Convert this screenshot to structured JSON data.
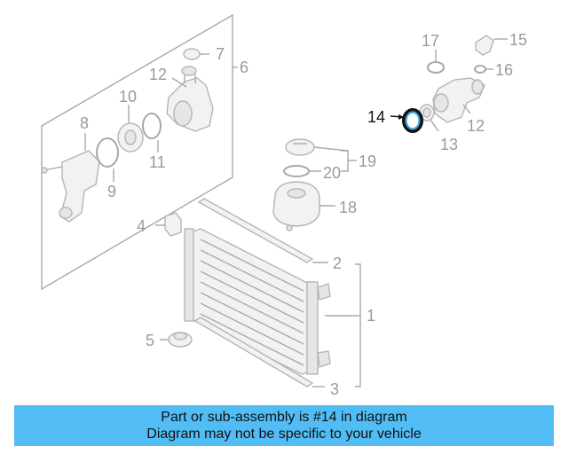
{
  "callouts": {
    "c1": "1",
    "c2": "2",
    "c3": "3",
    "c4": "4",
    "c5": "5",
    "c6": "6",
    "c7": "7",
    "c8": "8",
    "c9": "9",
    "c10": "10",
    "c11": "11",
    "c12a": "12",
    "c12b": "12",
    "c13": "13",
    "c14": "14",
    "c15": "15",
    "c16": "16",
    "c17": "17",
    "c18": "18",
    "c19": "19",
    "c20": "20"
  },
  "highlight_part": "14",
  "colors": {
    "caption_bg": "#52bdf5",
    "highlight": "#3aa0d8",
    "line": "#a8a8a8"
  },
  "caption": {
    "line1": "Part or sub-assembly is #14 in diagram",
    "line2": "Diagram may not be specific to your vehicle"
  }
}
